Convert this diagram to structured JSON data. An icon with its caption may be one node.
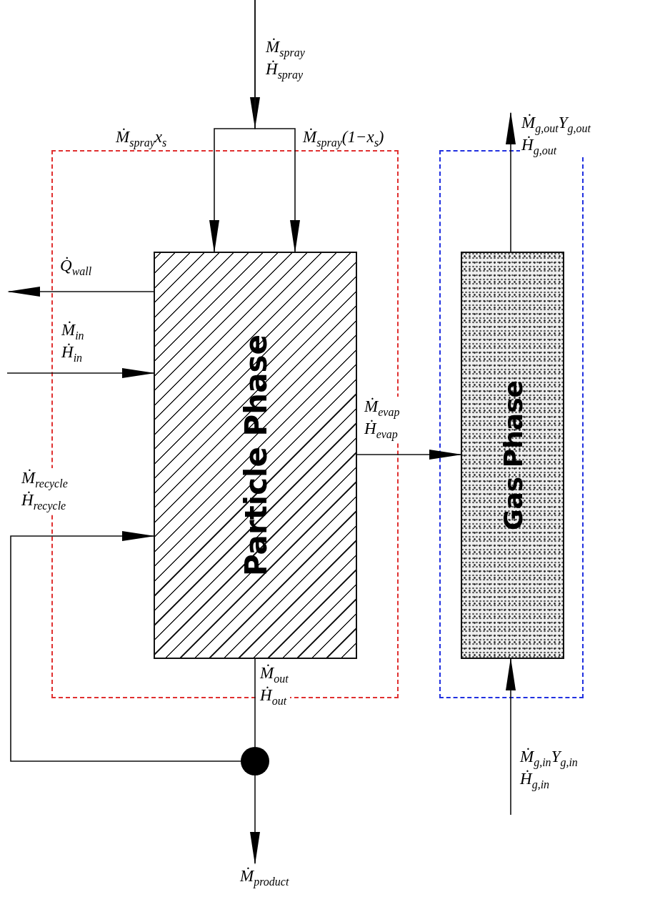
{
  "diagram": {
    "nodes": [
      {
        "text": [],
        "shape": "box"
      },
      {
        "text": [
          "Particle Phase"
        ],
        "in": 0
      },
      {
        "text": [],
        "shape": "box"
      },
      {
        "text": [
          "Gas Phase"
        ],
        "in": 2
      },
      {
        "text": [],
        "shape": "circle"
      }
    ],
    "edges": [
      {
        "from": null,
        "to": 1,
        "arrow": "to",
        "label": "Ṁ$_{spray}$x$_{s}$"
      },
      {
        "from": null,
        "to": 1,
        "arrow": "to",
        "label": "Ṁ$_{spray}$(1−x$_{s}$)"
      },
      {
        "from": 1,
        "to": null,
        "arrow": "to",
        "label": "Q̇$_{wall}$"
      },
      {
        "from": null,
        "to": 1,
        "arrow": "to",
        "label": "Ṁ$_{in}$ Ḣ$_{in}$"
      },
      {
        "from": 4,
        "to": 1,
        "arrow": "to",
        "label": "Ṁ$_{recycle}$ Ḣ$_{recycle}$"
      },
      {
        "from": 1,
        "to": 3,
        "arrow": "to",
        "label": "Ṁ$_{evap}$ Ḣ$_{evap}$"
      },
      {
        "from": 1,
        "to": 4,
        "arrow": "none",
        "label": "Ṁ$_{out}$ Ḣ$_{out}$"
      },
      {
        "from": 4,
        "to": null,
        "arrow": "to",
        "label": "Ṁ$_{product}$"
      },
      {
        "from": 3,
        "to": null,
        "arrow": "to",
        "label": "Ṁ$_{g,out}$Y$_{g,out}$ Ḣ$_{g,out}$"
      },
      {
        "from": null,
        "to": 3,
        "arrow": "to",
        "label": "Ṁ$_{g,in}$Y$_{g,in}$ Ḣ$_{g,in}$"
      }
    ],
    "labels": [
      "Ṁ$_{spray}$ Ḣ$_{spray}$"
    ]
  }
}
